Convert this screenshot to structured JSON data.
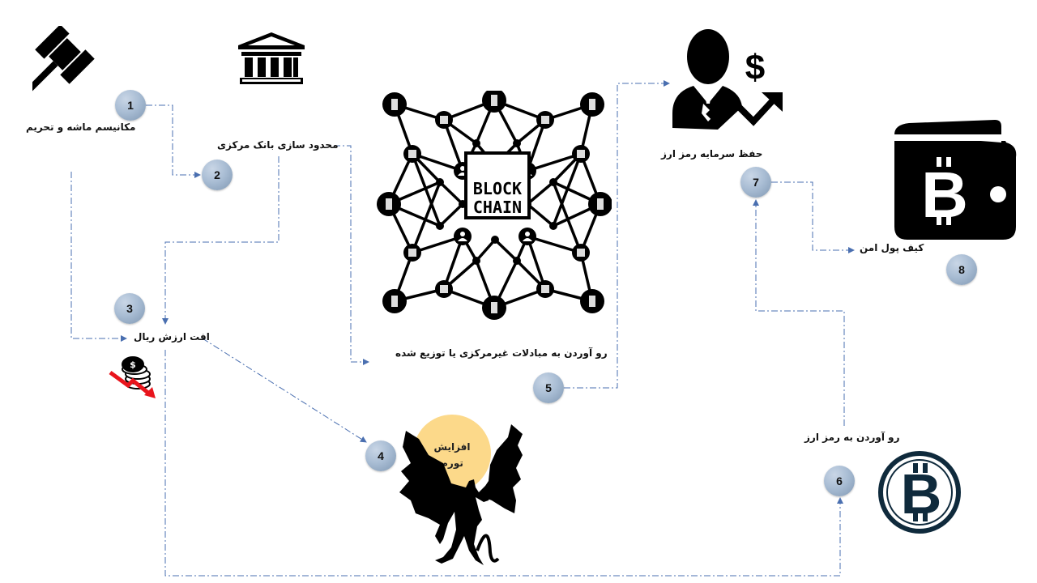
{
  "diagram": {
    "colors": {
      "connector": "#4a6fb0",
      "step_circle": "#a9bdd4",
      "sun": "#fcd98a",
      "bitcoin_coin": "#0f2a3c",
      "decline_arrow": "#e8141c"
    },
    "steps": [
      {
        "number": "1",
        "label": "مکانیسم ماشه و تحریم",
        "icon": "gavel-icon"
      },
      {
        "number": "2",
        "label": "محدود سازی بانک مرکزی",
        "icon": "bank-icon"
      },
      {
        "number": "3",
        "label": "افت ارزش ریال",
        "icon": "coins-decline-icon"
      },
      {
        "number": "4",
        "label_line1": "افزایش",
        "label_line2": "تورم",
        "icon": "dragon-icon"
      },
      {
        "number": "5",
        "label": "رو آوردن به مبادلات غیرمرکزی یا توزیع شده",
        "icon": "blockchain-network-icon"
      },
      {
        "number": "6",
        "label": "رو آوردن به رمز ارز",
        "icon": "bitcoin-coin-icon"
      },
      {
        "number": "7",
        "label": "حفظ سرمایه رمز ارز",
        "icon": "investor-growth-icon"
      },
      {
        "number": "8",
        "label": "کیف پول امن",
        "icon": "bitcoin-wallet-icon"
      }
    ],
    "blockchain": {
      "line1": "BLOCK",
      "line2": "CHAIN"
    },
    "investor_symbol": "$"
  }
}
